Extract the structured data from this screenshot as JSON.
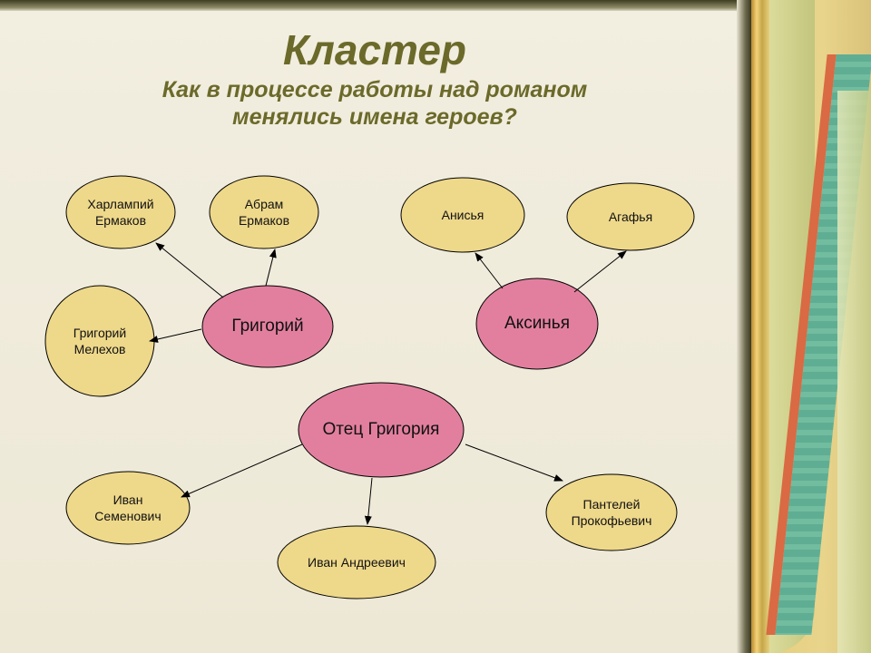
{
  "title": "Кластер",
  "subtitle": "Как в процессе работы над романом менялись имена героев?",
  "colors": {
    "variant_fill": "#eed88a",
    "main_fill": "#e27f9f",
    "title": "#6b6a2a"
  },
  "clusters": {
    "grigory": {
      "label": "Григорий",
      "variants": [
        "Харлампий Ермаков",
        "Абрам Ермаков",
        "Григорий Мелехов"
      ]
    },
    "aksinya": {
      "label": "Аксинья",
      "variants": [
        "Анисья",
        "Агафья"
      ]
    },
    "father": {
      "label": "Отец Григория",
      "variants": [
        "Иван Семенович",
        "Иван Андреевич",
        "Пантелей Прокофьевич"
      ]
    }
  }
}
